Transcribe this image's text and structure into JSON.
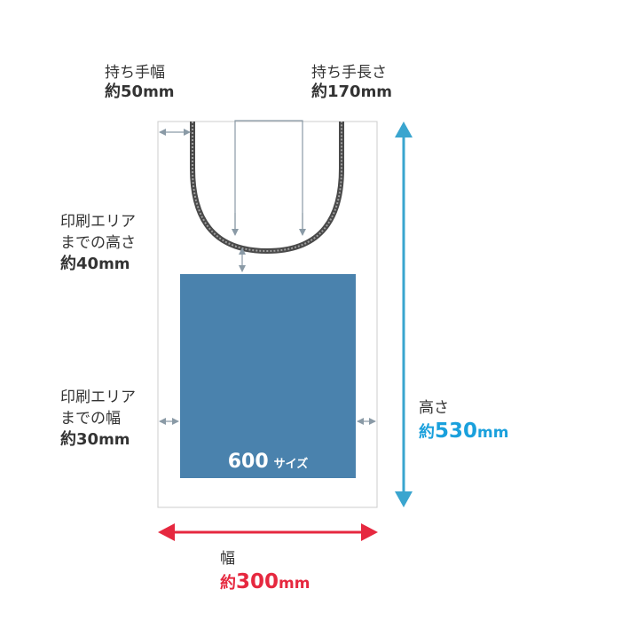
{
  "labels": {
    "handle_width": {
      "title": "持ち手幅",
      "prefix": "約",
      "value": "50",
      "unit": "mm"
    },
    "handle_length": {
      "title": "持ち手長さ",
      "prefix": "約",
      "value": "170",
      "unit": "mm"
    },
    "print_top": {
      "line1": "印刷エリア",
      "line2": "までの高さ",
      "prefix": "約",
      "value": "40",
      "unit": "mm"
    },
    "print_side": {
      "line1": "印刷エリア",
      "line2": "までの幅",
      "prefix": "約",
      "value": "30",
      "unit": "mm"
    },
    "height": {
      "title": "高さ",
      "prefix": "約",
      "value": "530",
      "unit": "mm"
    },
    "width": {
      "title": "幅",
      "prefix": "約",
      "value": "300",
      "unit": "mm"
    }
  },
  "print_area": {
    "size": "600",
    "suffix": "サイズ"
  },
  "colors": {
    "print_area": "#4a82ad",
    "height_arrow": "#3aa5cf",
    "width_arrow": "#e6283f",
    "guide": "#8a9aa6",
    "bag_outline": "#cccccc",
    "handle": "#555555"
  }
}
